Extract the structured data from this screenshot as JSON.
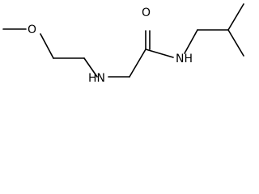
{
  "structure": {
    "atoms": {
      "methoxy_oxygen": "O",
      "amine_nitrogen": "HN",
      "carbonyl_oxygen": "O",
      "amide_nitrogen": "NH"
    },
    "colors": {
      "bond": "#000000",
      "label": "#000000",
      "background": "#ffffff"
    }
  }
}
